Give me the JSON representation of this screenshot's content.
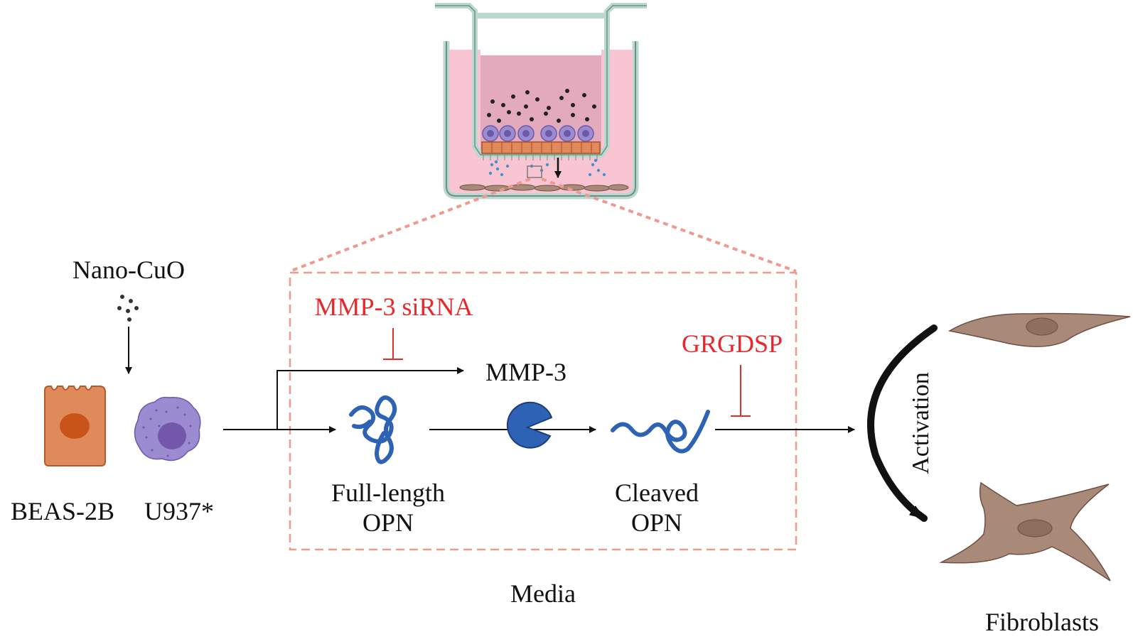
{
  "labels": {
    "nano_cuo": "Nano-CuO",
    "beas2b": "BEAS-2B",
    "u937": "U937*",
    "mmp3_sirna": "MMP-3 siRNA",
    "mmp3": "MMP-3",
    "full_length_opn_line1": "Full-length",
    "full_length_opn_line2": "OPN",
    "cleaved_opn_line1": "Cleaved",
    "cleaved_opn_line2": "OPN",
    "grgdsp": "GRGDSP",
    "activation": "Activation",
    "media": "Media",
    "fibroblasts": "Fibroblasts"
  },
  "colors": {
    "inhibitor_red": "#e8282b",
    "arrow_black": "#111111",
    "opn_blue": "#2e62b4",
    "epithelial_orange": "#e0895a",
    "macrophage_purple": "#9b8bd0",
    "fibroblast_brown": "#a98977",
    "media_pink": "#f9c5d2",
    "well_wall": "#b9d8cf",
    "dashed_box": "#ee9a8e"
  },
  "icons": {
    "nanoparticles": "nanoparticle-dots-icon",
    "epithelial_cell": "epithelial-cell-icon",
    "macrophage_cell": "macrophage-cell-icon",
    "full_length_opn": "folded-protein-icon",
    "mmp3_enzyme": "pacman-enzyme-icon",
    "cleaved_opn": "cleaved-protein-icon",
    "resting_fibroblast": "spindle-fibroblast-icon",
    "activated_fibroblast": "activated-fibroblast-icon",
    "transwell": "transwell-insert-icon"
  }
}
